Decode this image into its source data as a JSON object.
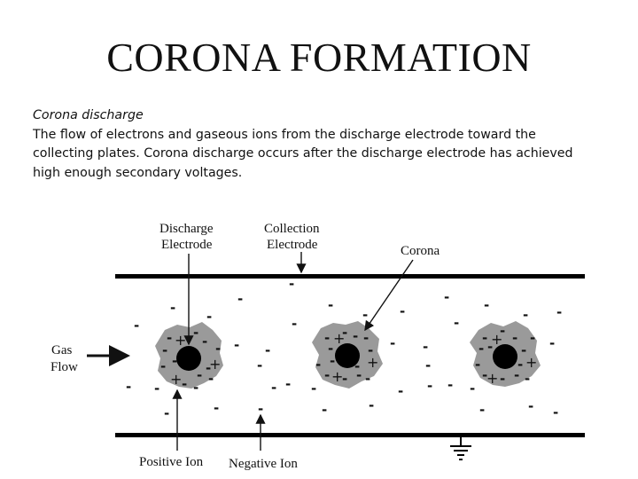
{
  "slide": {
    "title": "CORONA FORMATION",
    "subheading": "Corona discharge",
    "description": "The flow of electrons and gaseous ions from the discharge electrode toward the collecting plates. Corona discharge occurs after the discharge electrode has achieved high enough secondary voltages."
  },
  "diagram": {
    "labels": {
      "discharge_line1": "Discharge",
      "discharge_line2": "Electrode",
      "collection_line1": "Collection",
      "collection_line2": "Electrode",
      "corona": "Corona",
      "gas_line1": "Gas",
      "gas_line2": "Flow",
      "positive_ion": "Positive Ion",
      "negative_ion": "Negative Ion"
    },
    "colors": {
      "corona_fill": "#9a9a9a",
      "electrode": "#000000",
      "plate": "#000000"
    }
  }
}
